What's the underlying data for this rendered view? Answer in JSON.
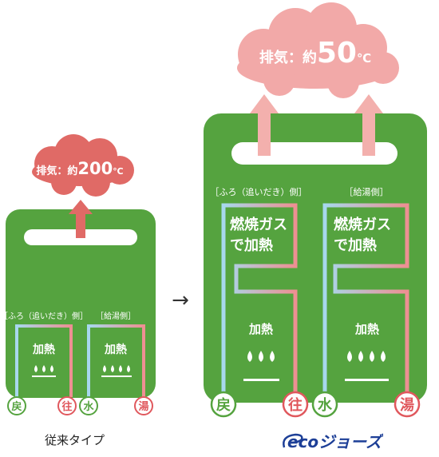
{
  "conventional": {
    "exhaust": {
      "label": "排気：約",
      "value": "200",
      "unit": "℃"
    },
    "reheat_side": "［ふろ（追いだき）側］",
    "hotwater_side": "［給湯側］",
    "heat_label": "加熱",
    "ports": {
      "return": "戻",
      "outflow": "往",
      "water": "水",
      "hot": "湯"
    },
    "caption": "従来タイプ"
  },
  "eco": {
    "exhaust": {
      "label": "排気：約",
      "value": "50",
      "unit": "℃"
    },
    "reheat_side": "［ふろ（追いだき）側］",
    "hotwater_side": "［給湯側］",
    "gas_heat_line1": "燃焼ガス",
    "gas_heat_line2": "で加熱",
    "heat_label": "加熱",
    "ports": {
      "return": "戻",
      "outflow": "往",
      "water": "水",
      "hot": "湯"
    },
    "logo": "ecoジョーズ"
  },
  "arrow": "→",
  "colors": {
    "green": "#55a33f",
    "cloud_old": "#e06a66",
    "cloud_new": "#f2a9a8",
    "arrow_old": "#e06a66",
    "arrow_new": "#f3b0ad",
    "pipe_cold": "#a7d8ee",
    "pipe_hot": "#ee8f92",
    "port_return": "#55a33f",
    "port_outflow": "#e0585d",
    "port_water": "#55a33f",
    "port_hot": "#e0585d",
    "logo_blue": "#1d3f97"
  }
}
